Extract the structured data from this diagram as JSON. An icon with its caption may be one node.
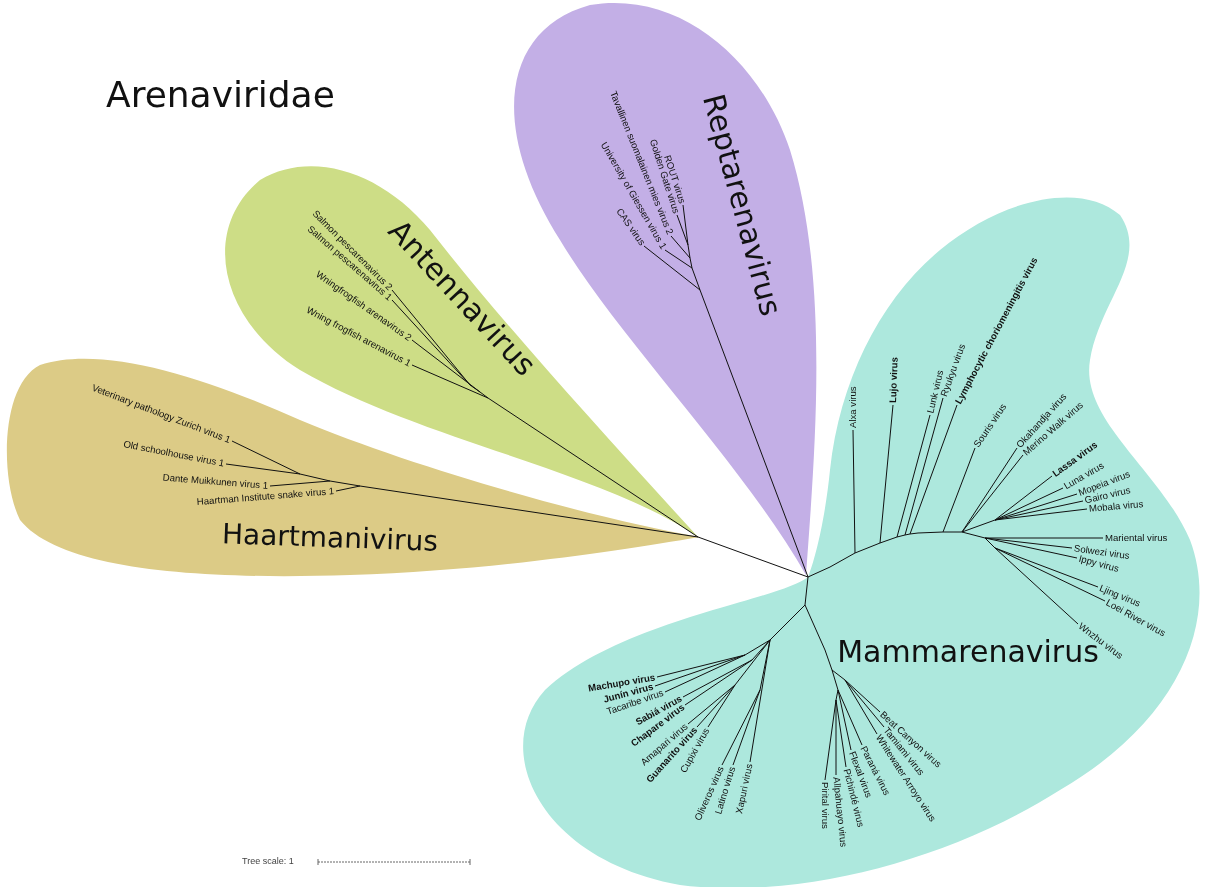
{
  "diagram": {
    "title": "Arenaviridae",
    "nodes": [
      {
        "text": [
          "Haartmanivirus"
        ]
      },
      {
        "text": [
          "Antennavirus"
        ]
      },
      {
        "text": [
          "Reptarenavirus"
        ]
      },
      {
        "text": [
          "Mammarenavirus"
        ]
      }
    ],
    "labels": [
      "Veterinary pathology Zurich virus 1",
      "Old schoolhouse virus 1",
      "Dante Muikkunen virus 1",
      "Haartman Institute snake virus 1",
      "Salmon pescarenavirus 2",
      "Salmon pescarenavirus 1",
      "Wningfrogfish arenavirus 2",
      "Wning frogfish arenavirus 1",
      "ROUT virus",
      "Golden Gate virus",
      "Tavallinen suomalainen mies virus 2",
      "University of Giessen virus 1",
      "CAS virus",
      "Alxa virus",
      "Lujo virus",
      "Lunk virus",
      "Ryukyu virus",
      "Lymphocytic choriomeningitis virus",
      "Souris virus",
      "Okahandja virus",
      "Merino Walk virus",
      "Lassa virus",
      "Luna virus",
      "Mopeia virus",
      "Gairo virus",
      "Mobala virus",
      "Mariental virus",
      "Solwezi virus",
      "Ippy virus",
      "Ljing virus",
      "Loei River virus",
      "Wnzhu virus",
      "Machupo virus",
      "Junín virus",
      "Tacaribe virus",
      "Sabiá virus",
      "Chapare virus",
      "Amapari virus",
      "Guanarito virus",
      "Cupixi virus",
      "Oliveros virus",
      "Latino virus",
      "Xapuri virus",
      "Beat Canyon virus",
      "Tamiami virus",
      "Whitewater Arroyo virus",
      "Paraná virus",
      "Flexal virus",
      "Pichindé virus",
      "Allpahuayo virus",
      "Pirital virus",
      "Tree scale: 1"
    ]
  }
}
